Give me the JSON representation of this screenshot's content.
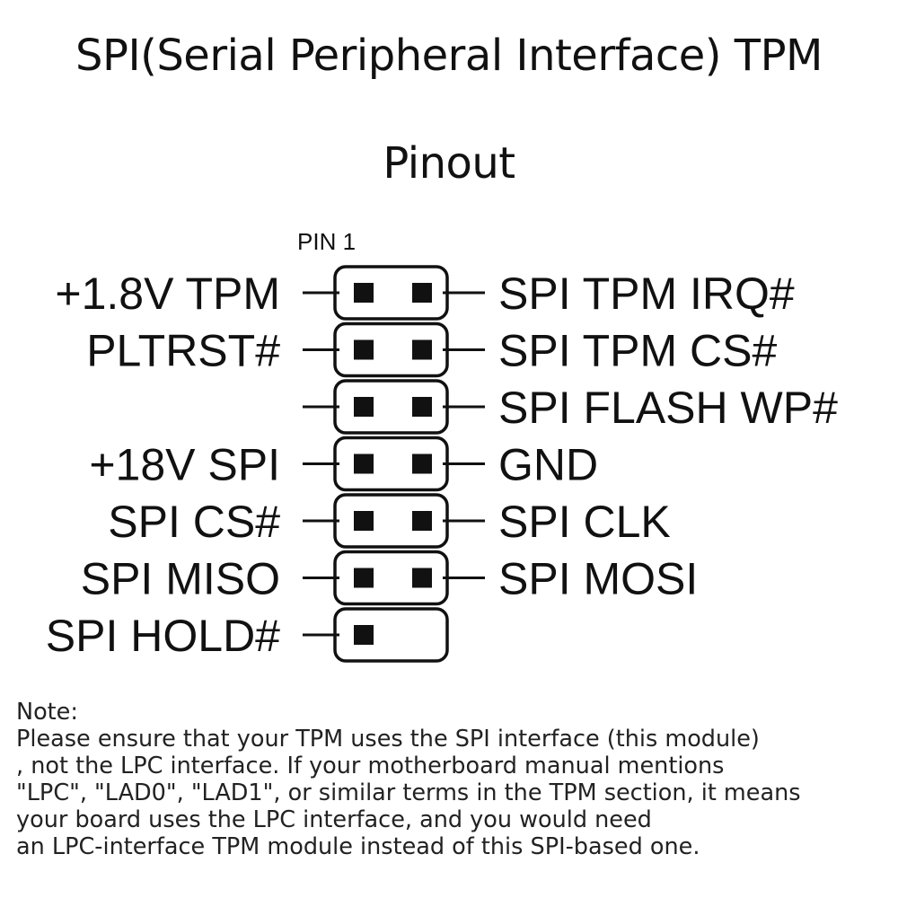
{
  "title": {
    "line1": "SPI(Serial Peripheral Interface) TPM",
    "line2": "Pinout"
  },
  "pin1_label": "PIN 1",
  "header_rows": [
    {
      "left": "+1.8V TPM",
      "right": "SPI TPM IRQ#",
      "left_pin": true,
      "right_pin": true
    },
    {
      "left": "PLTRST#",
      "right": "SPI TPM CS#",
      "left_pin": true,
      "right_pin": true
    },
    {
      "left": "",
      "right": "SPI FLASH WP#",
      "left_pin": true,
      "right_pin": true
    },
    {
      "left": "+18V SPI",
      "right": "GND",
      "left_pin": true,
      "right_pin": true
    },
    {
      "left": "SPI CS#",
      "right": "SPI CLK",
      "left_pin": true,
      "right_pin": true
    },
    {
      "left": "SPI MISO",
      "right": "SPI MOSI",
      "left_pin": true,
      "right_pin": true
    },
    {
      "left": "SPI HOLD#",
      "right": "",
      "left_pin": true,
      "right_pin": false
    }
  ],
  "note": {
    "heading": "Note:",
    "lines": [
      "Please ensure that your TPM uses the SPI interface (this module)",
      ", not the LPC interface. If your motherboard manual mentions",
      "\"LPC\", \"LAD0\", \"LAD1\", or similar terms in the TPM section, it means",
      " your board uses the LPC interface, and you would need",
      "an LPC-interface TPM module instead of this SPI-based one."
    ]
  }
}
